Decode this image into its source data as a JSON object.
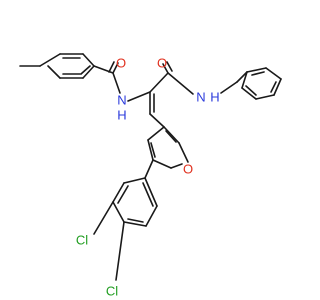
{
  "molecule": {
    "colors": {
      "bond": "#1a1a1a",
      "O": "#e0301e",
      "N": "#2b3bdc",
      "Cl": "#1f9d1f",
      "background": "#ffffff"
    },
    "atoms": {
      "O1": "O",
      "N1": "N",
      "H1": "H",
      "O2": "O",
      "N2": "N",
      "H2": "H",
      "O3": "O",
      "Cl1": "Cl",
      "Cl2": "Cl"
    }
  }
}
